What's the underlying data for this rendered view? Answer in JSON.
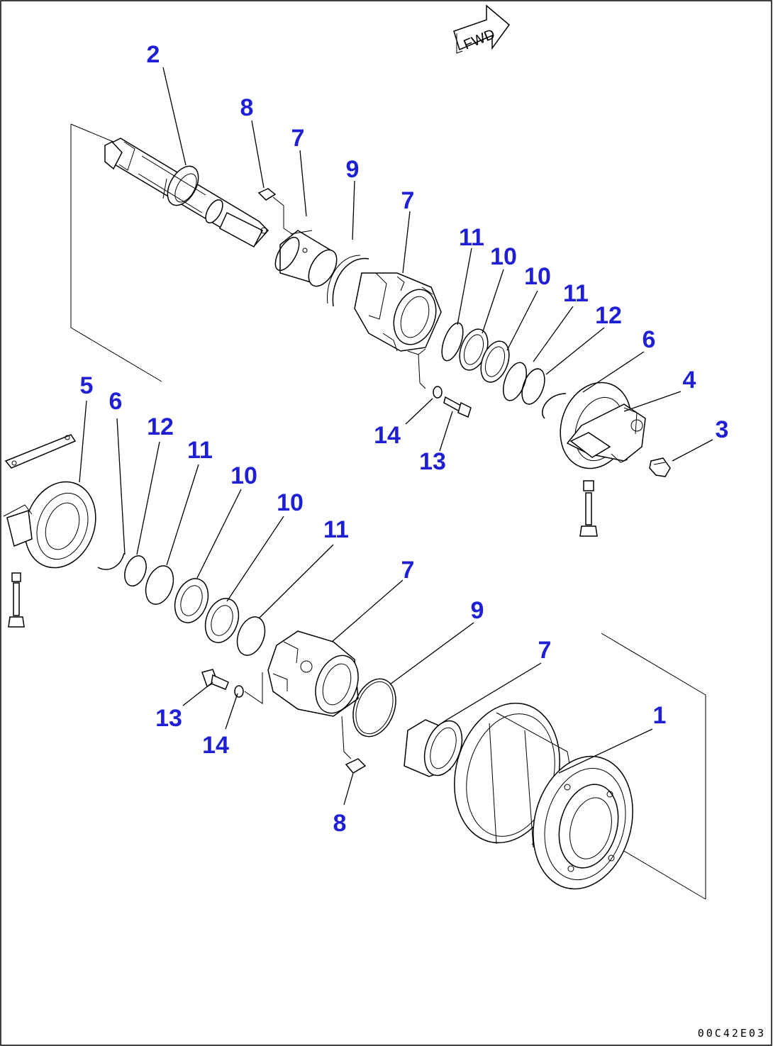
{
  "diagram": {
    "drawing_code": "00C42E03",
    "fwd_mark": "FWD",
    "callouts": [
      {
        "id": "c-2-top",
        "label": "2"
      },
      {
        "id": "c-8-top",
        "label": "8"
      },
      {
        "id": "c-7-top-a",
        "label": "7"
      },
      {
        "id": "c-9-top",
        "label": "9"
      },
      {
        "id": "c-7-top-b",
        "label": "7"
      },
      {
        "id": "c-11-top-a",
        "label": "11"
      },
      {
        "id": "c-10-top-a",
        "label": "10"
      },
      {
        "id": "c-10-top-b",
        "label": "10"
      },
      {
        "id": "c-11-top-b",
        "label": "11"
      },
      {
        "id": "c-12-top",
        "label": "12"
      },
      {
        "id": "c-6-top",
        "label": "6"
      },
      {
        "id": "c-4",
        "label": "4"
      },
      {
        "id": "c-3",
        "label": "3"
      },
      {
        "id": "c-14-top",
        "label": "14"
      },
      {
        "id": "c-13-top",
        "label": "13"
      },
      {
        "id": "c-5",
        "label": "5"
      },
      {
        "id": "c-6-bot",
        "label": "6"
      },
      {
        "id": "c-12-bot",
        "label": "12"
      },
      {
        "id": "c-11-bot-a",
        "label": "11"
      },
      {
        "id": "c-10-bot-a",
        "label": "10"
      },
      {
        "id": "c-10-bot-b",
        "label": "10"
      },
      {
        "id": "c-11-bot-b",
        "label": "11"
      },
      {
        "id": "c-7-bot-a",
        "label": "7"
      },
      {
        "id": "c-9-bot",
        "label": "9"
      },
      {
        "id": "c-7-bot-b",
        "label": "7"
      },
      {
        "id": "c-1",
        "label": "1"
      },
      {
        "id": "c-13-bot",
        "label": "13"
      },
      {
        "id": "c-14-bot",
        "label": "14"
      },
      {
        "id": "c-8-bot",
        "label": "8"
      }
    ]
  }
}
